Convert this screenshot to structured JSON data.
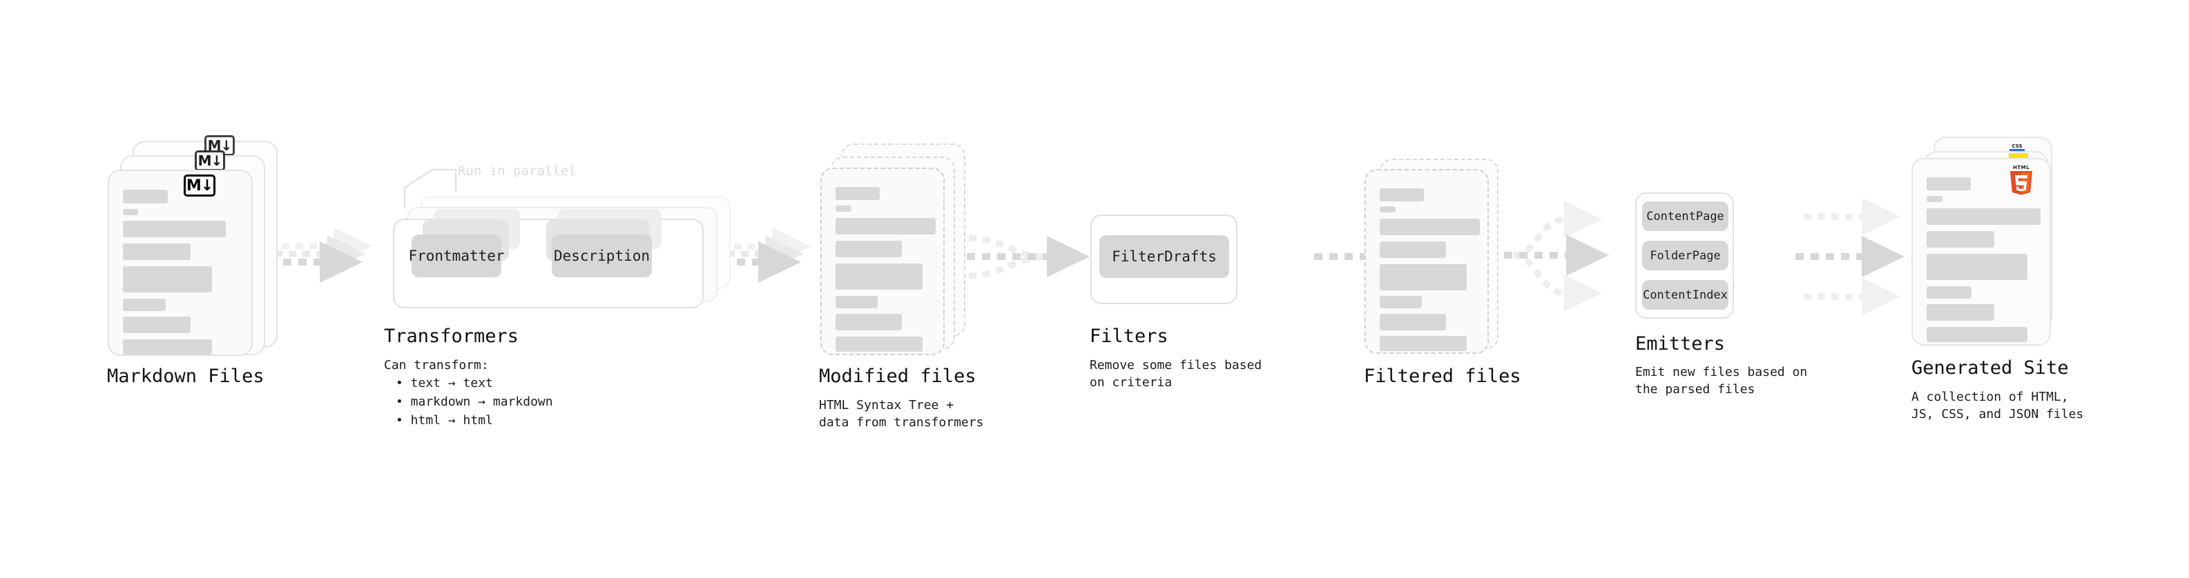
{
  "diagram": {
    "title_color": "#111111",
    "accent_gray": "#d8d8d8",
    "arrow_gray": "#d9d9d9",
    "stages": [
      {
        "id": "markdown-files",
        "title": "Markdown Files",
        "subtitle": "",
        "badge": "M↓",
        "badge_name": "markdown-icon"
      },
      {
        "id": "transformers",
        "title": "Transformers",
        "subtitle": "Can transform:",
        "annotation": "Run in parallel",
        "nodes": [
          "Frontmatter",
          "Description"
        ],
        "bullets": [
          "• text → text",
          "• markdown → markdown",
          "• html → html"
        ]
      },
      {
        "id": "modified-files",
        "title": "Modified files",
        "subtitle": "HTML Syntax Tree +\ndata from transformers"
      },
      {
        "id": "filters",
        "title": "Filters",
        "subtitle": "Remove some files based\non criteria",
        "nodes": [
          "FilterDrafts"
        ]
      },
      {
        "id": "filtered-files",
        "title": "Filtered files",
        "subtitle": ""
      },
      {
        "id": "emitters",
        "title": "Emitters",
        "subtitle": "Emit new files based on\nthe parsed files",
        "nodes": [
          "ContentPage",
          "FolderPage",
          "ContentIndex"
        ]
      },
      {
        "id": "generated-site",
        "title": "Generated Site",
        "subtitle": "A collection of HTML,\nJS, CSS, and JSON files",
        "badges": [
          "html5-icon",
          "js-icon",
          "css-icon"
        ],
        "badge_text": {
          "html5_top": "HTML",
          "html5_num": "5",
          "css": "CSS"
        }
      }
    ]
  }
}
